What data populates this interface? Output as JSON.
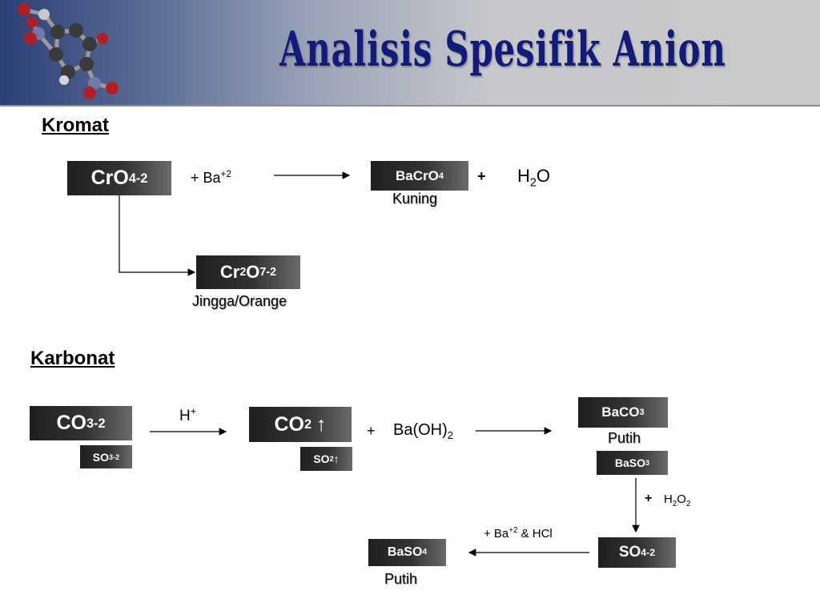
{
  "header": {
    "title": "Analisis Spesifik Anion"
  },
  "kromat": {
    "heading": "Kromat",
    "cro4": {
      "main": "CrO",
      "sub": "4",
      "sup": "-2"
    },
    "plus_ba": {
      "text": "+ Ba",
      "sup": "+2"
    },
    "bacro4": {
      "main": "BaCrO",
      "sub": "4"
    },
    "plus": "+",
    "h2o": {
      "a": "H",
      "sub": "2",
      "b": "O"
    },
    "kuning": "Kuning",
    "cr2o7": {
      "a": "Cr",
      "sub1": "2",
      "b": "O",
      "sub2": "7",
      "sup": "-2"
    },
    "jingga": "Jingga/Orange"
  },
  "karbonat": {
    "heading": "Karbonat",
    "co3": {
      "main": "CO",
      "sub": "3",
      "sup": "-2"
    },
    "so3": {
      "main": "SO",
      "sub": "3",
      "sup": "-2"
    },
    "h_plus": {
      "text": "H",
      "sup": "+"
    },
    "co2": {
      "main": "CO",
      "sub": "2",
      "arrow": "↑"
    },
    "so2": {
      "main": "SO",
      "sub": "2",
      "arrow": "↑"
    },
    "plus": "+",
    "baoh2": {
      "text": "Ba(OH)",
      "sub": "2"
    },
    "baco3": {
      "main": "BaCO",
      "sub": "3"
    },
    "putih1": "Putih",
    "baso3": {
      "main": "BaSO",
      "sub": "3"
    },
    "plus2": "+",
    "h2o2": {
      "a": "H",
      "sub1": "2",
      "b": "O",
      "sub2": "2"
    },
    "ba_hcl": {
      "a": "+ Ba",
      "sup": "+2",
      "b": " & HCl"
    },
    "so4": {
      "main": "SO",
      "sub": "4",
      "sup": "-2"
    },
    "baso4": {
      "main": "BaSO",
      "sub": "4"
    },
    "putih2": "Putih"
  }
}
